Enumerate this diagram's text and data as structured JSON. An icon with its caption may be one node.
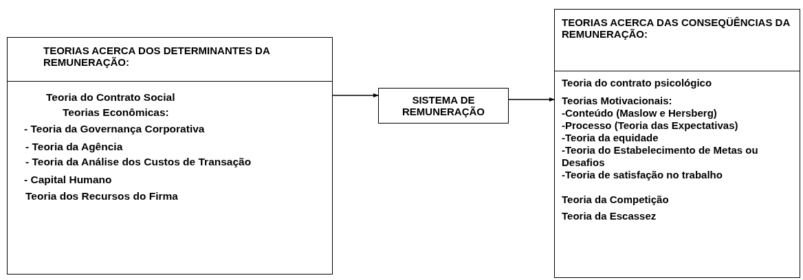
{
  "diagram": {
    "nodes": [
      {
        "text": [
          "TEORIAS ACERCA DOS DETERMINANTES DA REMUNERAÇÃO:",
          "Teoria do Contrato Social",
          "Teorias Econômicas:",
          "- Teoria da Governança Corporativa",
          "- Teoria da Agência",
          "- Teoria da Análise dos Custos de Transação",
          "- Capital Humano",
          "Teoria dos Recursos do Firma"
        ]
      },
      {
        "text": [
          "SISTEMA DE REMUNERAÇÃO"
        ]
      },
      {
        "text": [
          "TEORIAS ACERCA DAS CONSEQÜÊNCIAS DA REMUNERAÇÃO:",
          "Teoria do contrato psicológico",
          "Teorias Motivacionais:",
          "-Conteúdo (Maslow e Hersberg)",
          "-Processo (Teoria das Expectativas)",
          "-Teoria da equidade",
          "-Teoria do Estabelecimento de Metas ou Desafios",
          "-Teoria de satisfação no trabalho",
          "Teoria da Competição",
          "Teoria da Escassez"
        ]
      }
    ],
    "edges": [
      {
        "from": 0,
        "to": 1,
        "arrow": "to"
      },
      {
        "from": 1,
        "to": 2,
        "arrow": "to"
      }
    ]
  }
}
